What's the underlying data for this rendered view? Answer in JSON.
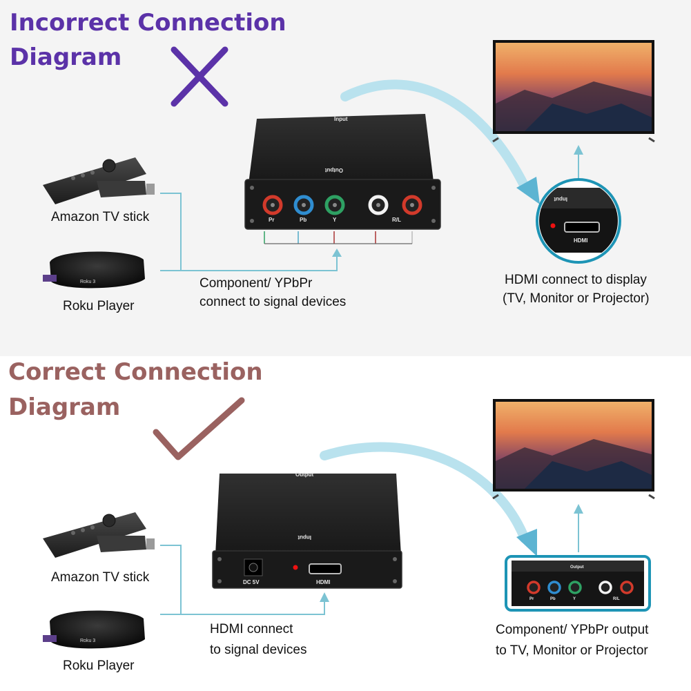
{
  "incorrect": {
    "title_line1": "Incorrect Connection",
    "title_line2": "Diagram",
    "device_top_label": "Input",
    "device_bottom_label": "Output",
    "port_labels": [
      "Pr",
      "Pb",
      "Y",
      "R/L"
    ],
    "source_label_1": "Amazon TV stick",
    "source_label_2": "Roku Player",
    "roku_badge": "Roku 3",
    "caption_left_line1": "Component/ YPbPr",
    "caption_left_line2": "connect to signal devices",
    "inset_top_label": "Input",
    "inset_port_label": "HDMI",
    "caption_right_line1": "HDMI connect to display",
    "caption_right_line2": "(TV, Monitor or Projector)",
    "mark_color": "#5b32a8"
  },
  "correct": {
    "title_line1": "Correct Connection",
    "title_line2": "Diagram",
    "device_top_label": "Output",
    "device_bottom_label": "Input",
    "dc_label": "DC 5V",
    "hdmi_label": "HDMI",
    "source_label_1": "Amazon TV stick",
    "source_label_2": "Roku Player",
    "roku_badge": "Roku 3",
    "caption_left_line1": "HDMI connect",
    "caption_left_line2": "to signal devices",
    "inset_top_label": "Output",
    "port_labels": [
      "Pr",
      "Pb",
      "Y",
      "R/L"
    ],
    "caption_right_line1": "Component/ YPbPr output",
    "caption_right_line2": "to TV, Monitor or Projector",
    "mark_color": "#9a6260"
  },
  "colors": {
    "connector_line": "#7cc3d3",
    "arrow_fill": "#b9e2ee",
    "arrow_head": "#5cb4d2",
    "inset_border": "#1d94b5",
    "device_body": "#1f1f1f",
    "port_red": "#d23a2b",
    "port_blue": "#2f8dd0",
    "port_green": "#2ea163",
    "port_white": "#f2f2f2"
  }
}
